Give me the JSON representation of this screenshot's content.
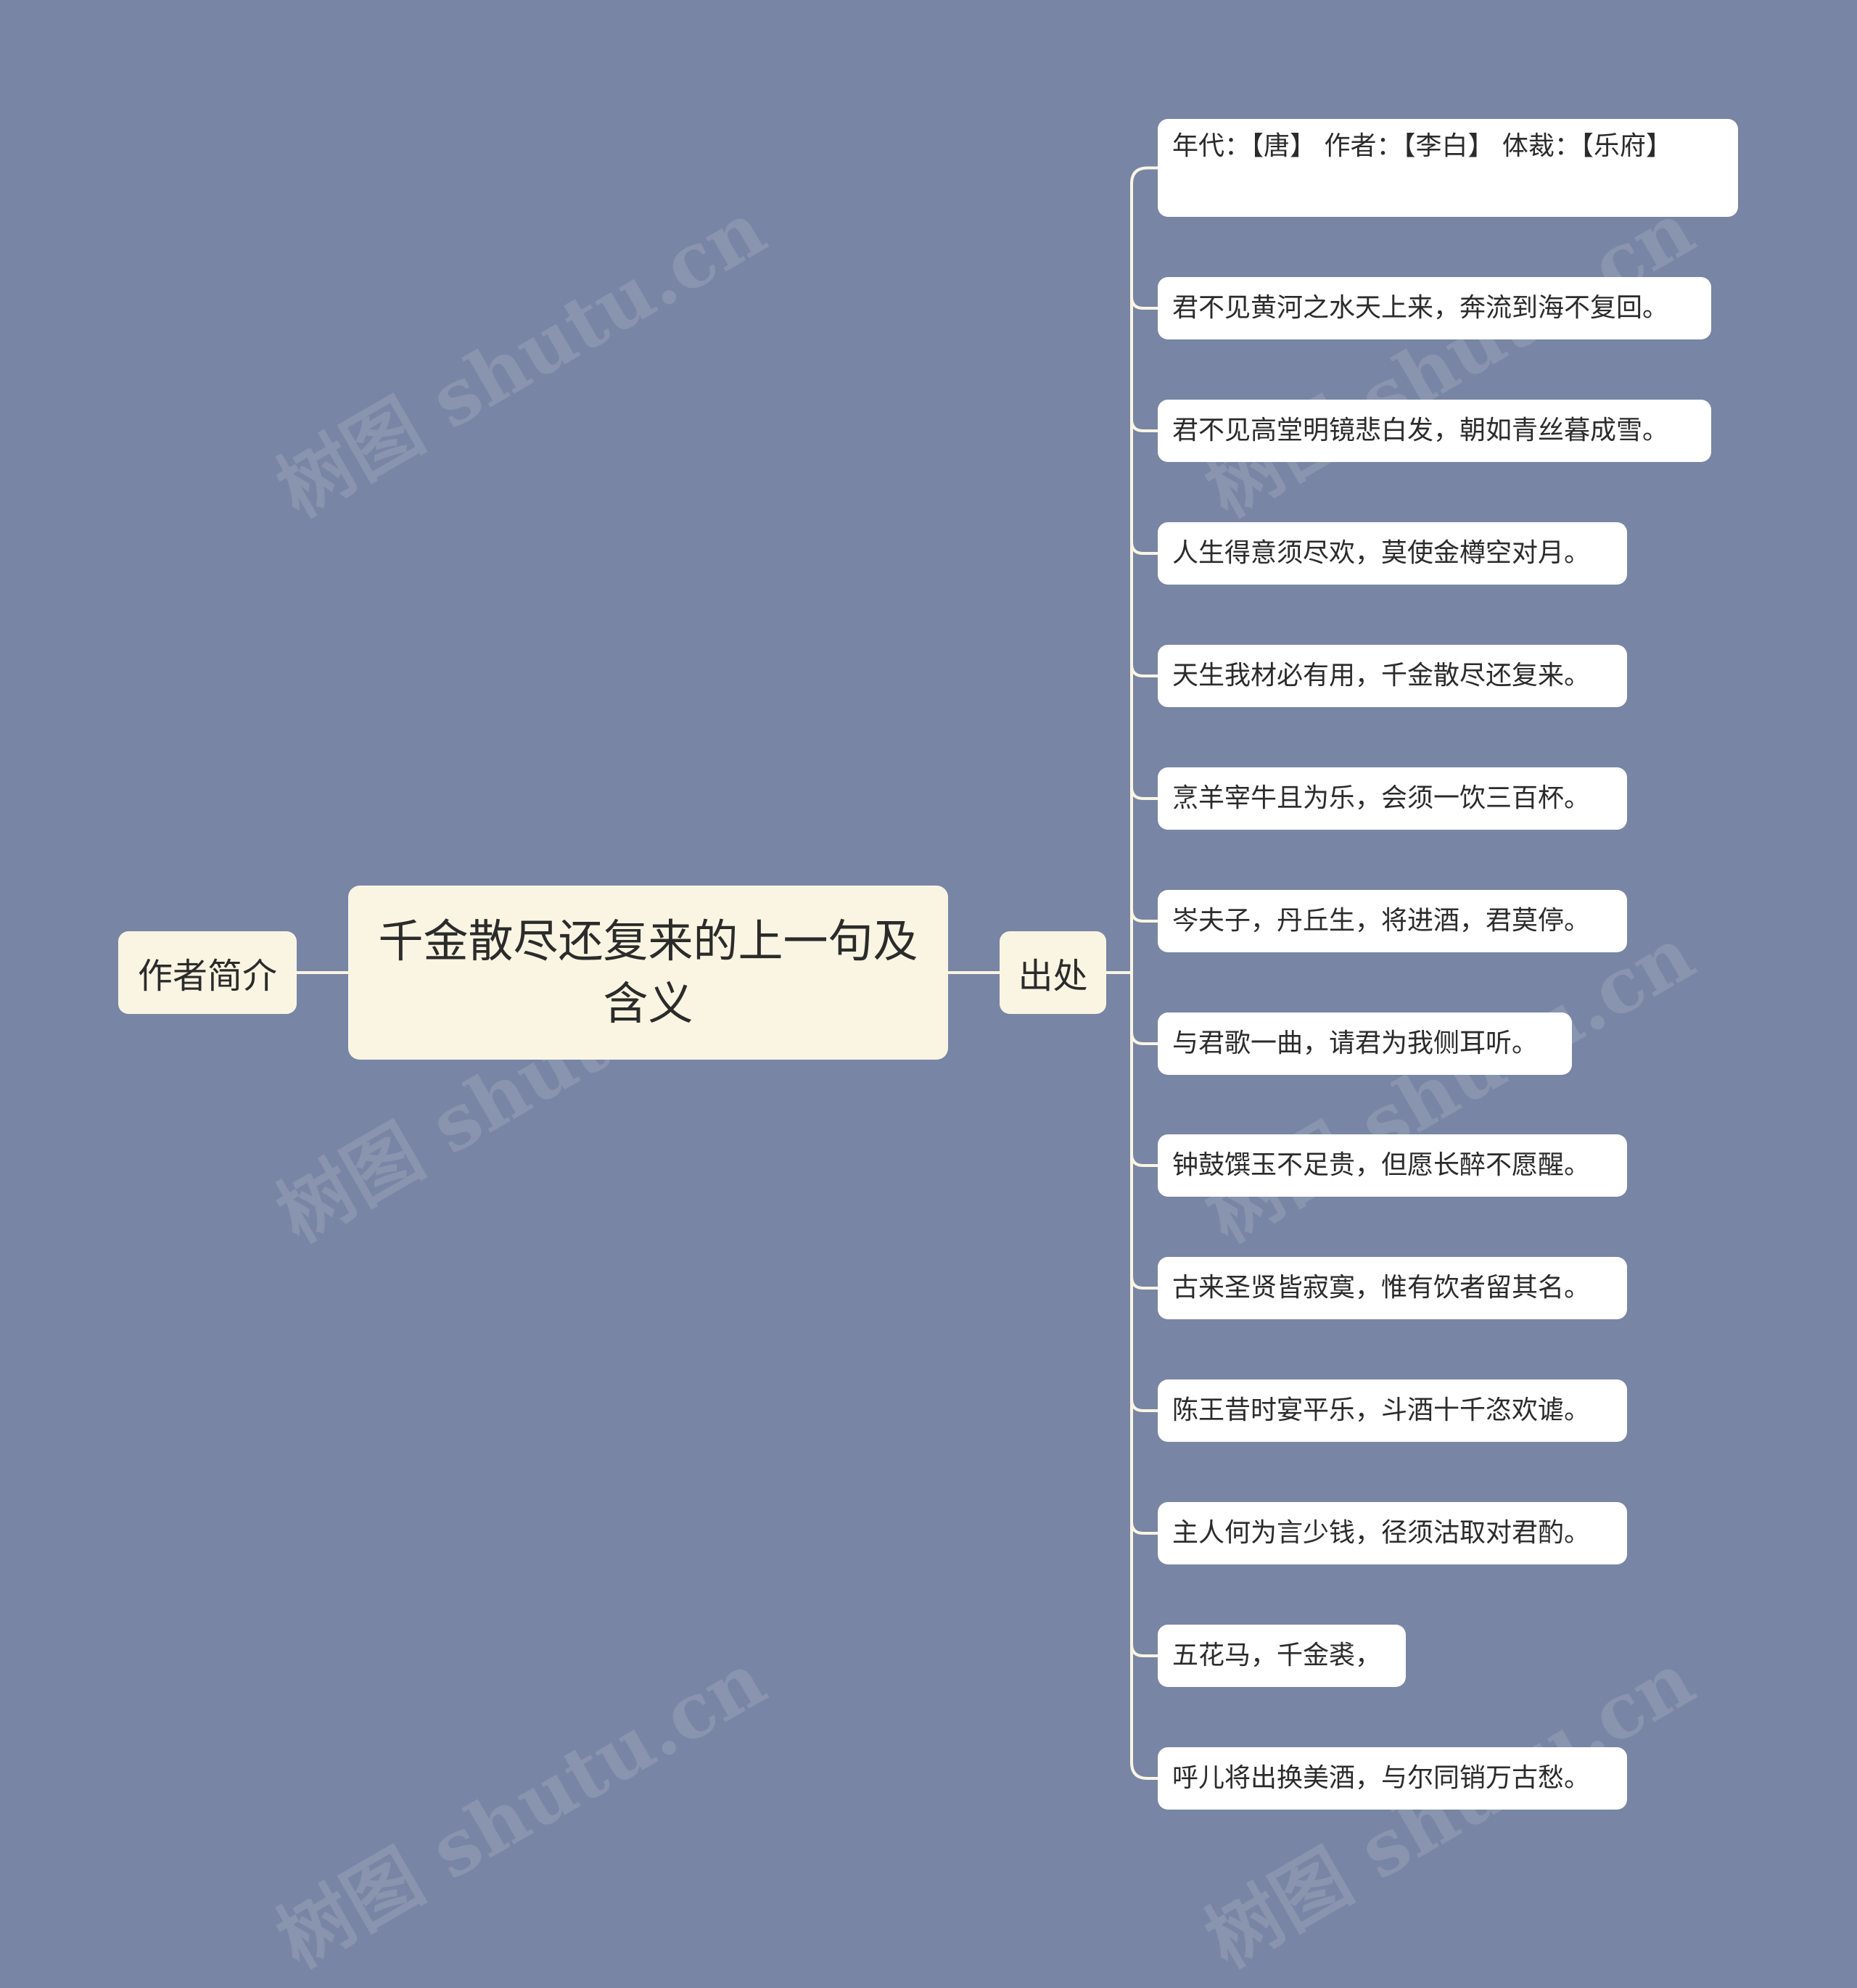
{
  "root": {
    "title": "千金散尽还复来的上一句及含义"
  },
  "branches": {
    "author": {
      "label": "作者简介"
    },
    "source": {
      "label": "出处"
    }
  },
  "leaves": [
    "年代：【唐】 作者：【李白】 体裁：【乐府】",
    "君不见黄河之水天上来，奔流到海不复回。",
    "君不见高堂明镜悲白发，朝如青丝暮成雪。",
    "人生得意须尽欢，莫使金樽空对月。",
    "天生我材必有用，千金散尽还复来。",
    "烹羊宰牛且为乐，会须一饮三百杯。",
    "岑夫子，丹丘生，将进酒，君莫停。",
    "与君歌一曲，请君为我侧耳听。",
    "钟鼓馔玉不足贵，但愿长醉不愿醒。",
    "古来圣贤皆寂寞，惟有饮者留其名。",
    "陈王昔时宴平乐，斗酒十千恣欢谑。",
    "主人何为言少钱，径须沽取对君酌。",
    "五花马，千金裘，",
    "呼儿将出换美酒，与尔同销万古愁。"
  ],
  "watermark": "树图 shutu.cn",
  "colors": {
    "background": "#7885a4",
    "node_fill": "#faf5e2",
    "leaf_fill": "#ffffff",
    "connector": "#faf5e2"
  }
}
